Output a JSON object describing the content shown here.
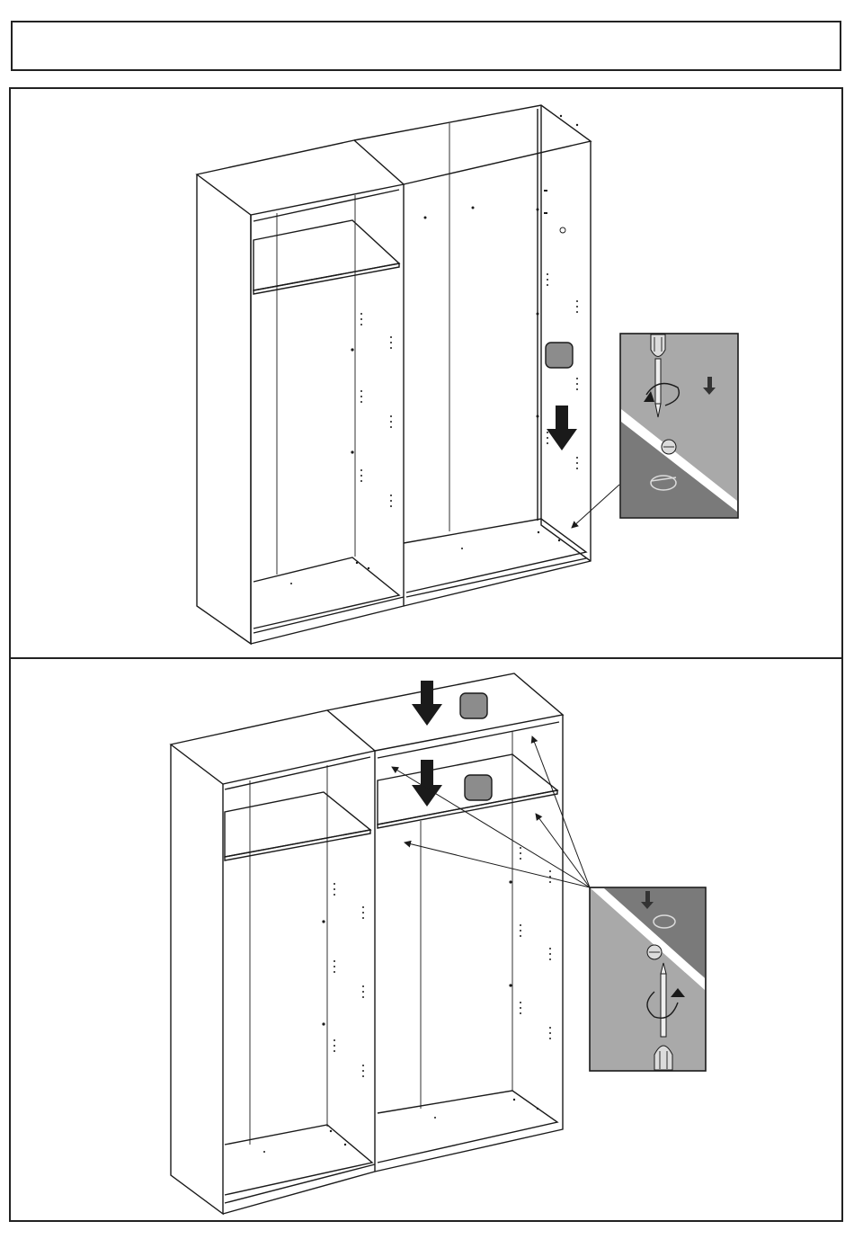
{
  "header": {
    "title": ""
  },
  "steps": [
    {
      "id": "step-1",
      "part_badge": "",
      "detail": "cam-lock-tighten-bottom"
    },
    {
      "id": "step-2",
      "part_badges": [
        "",
        ""
      ],
      "detail": "cam-lock-tighten-top"
    }
  ],
  "colors": {
    "line": "#1a1a1a",
    "badge_fill": "#8c8c8c",
    "detail_light": "#a9a9a9",
    "detail_dark": "#7a7a7a"
  },
  "icons": [
    "down-arrow-icon",
    "rotate-arrow-icon",
    "screwdriver-icon",
    "cam-lock-icon",
    "pointer-arrow-icon"
  ]
}
